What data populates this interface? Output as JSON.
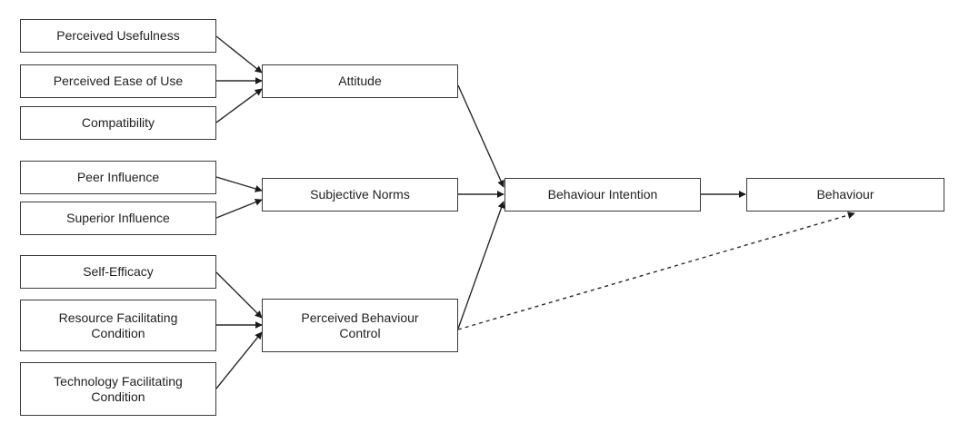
{
  "diagram": {
    "nodes": {
      "perceived_usefulness": "Perceived Usefulness",
      "perceived_ease_of_use": "Perceived Ease of Use",
      "compatibility": "Compatibility",
      "peer_influence": "Peer Influence",
      "superior_influence": "Superior Influence",
      "self_efficacy": "Self-Efficacy",
      "resource_facilitating": [
        "Resource Facilitating",
        "Condition"
      ],
      "technology_facilitating": [
        "Technology Facilitating",
        "Condition"
      ],
      "attitude": "Attitude",
      "subjective_norms": "Subjective Norms",
      "perceived_behaviour_control": [
        "Perceived Behaviour",
        "Control"
      ],
      "behaviour_intention": "Behaviour Intention",
      "behaviour": "Behaviour"
    },
    "edges": [
      {
        "from": "perceived_usefulness",
        "to": "attitude",
        "style": "solid"
      },
      {
        "from": "perceived_ease_of_use",
        "to": "attitude",
        "style": "solid"
      },
      {
        "from": "compatibility",
        "to": "attitude",
        "style": "solid"
      },
      {
        "from": "peer_influence",
        "to": "subjective_norms",
        "style": "solid"
      },
      {
        "from": "superior_influence",
        "to": "subjective_norms",
        "style": "solid"
      },
      {
        "from": "self_efficacy",
        "to": "perceived_behaviour_control",
        "style": "solid"
      },
      {
        "from": "resource_facilitating",
        "to": "perceived_behaviour_control",
        "style": "solid"
      },
      {
        "from": "technology_facilitating",
        "to": "perceived_behaviour_control",
        "style": "solid"
      },
      {
        "from": "attitude",
        "to": "behaviour_intention",
        "style": "solid"
      },
      {
        "from": "subjective_norms",
        "to": "behaviour_intention",
        "style": "solid"
      },
      {
        "from": "perceived_behaviour_control",
        "to": "behaviour_intention",
        "style": "solid"
      },
      {
        "from": "behaviour_intention",
        "to": "behaviour",
        "style": "solid"
      },
      {
        "from": "perceived_behaviour_control",
        "to": "behaviour",
        "style": "dashed"
      }
    ]
  }
}
